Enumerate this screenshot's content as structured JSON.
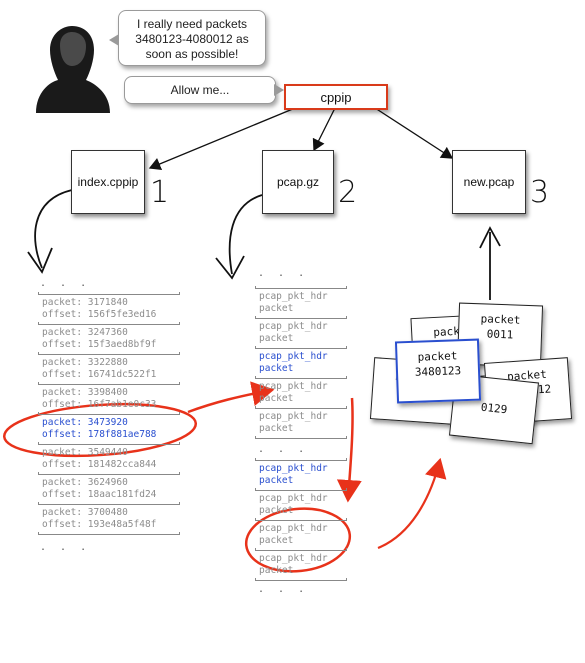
{
  "speech": {
    "request": [
      "I really need packets",
      "3480123-4080012 as",
      "soon as possible!"
    ],
    "reply": "Allow me..."
  },
  "tool": {
    "label": "cppip"
  },
  "files": [
    {
      "label": "index.cppip",
      "number": "1"
    },
    {
      "label": "pcap.gz",
      "number": "2"
    },
    {
      "label": "new.pcap",
      "number": "3"
    }
  ],
  "index_list": {
    "ellipsis_top": ". . .",
    "ellipsis_bottom": ". . .",
    "entries": [
      {
        "packet": "packet: 3171840",
        "offset": "offset: 156f5fe3ed16"
      },
      {
        "packet": "packet: 3247360",
        "offset": "offset: 15f3aed8bf9f"
      },
      {
        "packet": "packet: 3322880",
        "offset": "offset: 16741dc522f1"
      },
      {
        "packet": "packet: 3398400",
        "offset": "offset: 16f7ab1e0c33"
      },
      {
        "packet": "packet: 3473920",
        "offset": "offset: 178f881ae788",
        "highlight": true
      },
      {
        "packet": "packet: 3549440",
        "offset": "offset: 181482cca844"
      },
      {
        "packet": "packet: 3624960",
        "offset": "offset: 18aac181fd24"
      },
      {
        "packet": "packet: 3700480",
        "offset": "offset: 193e48a5f48f"
      }
    ]
  },
  "pcap_list": {
    "ellipsis_top": ". . .",
    "ellipsis_mid": ". . .",
    "ellipsis_bottom": ". . .",
    "entry_hdr": "pcap_pkt_hdr",
    "entry_pkt": "packet",
    "group1_count": 5,
    "group1_highlight_index": 2,
    "group2_count": 4,
    "group2_highlight_index": 0
  },
  "packet_cards": [
    {
      "line1": "packet",
      "line2": ""
    },
    {
      "line1": "packet",
      "line2": "3"
    },
    {
      "line1": "packet",
      "line2": "0011"
    },
    {
      "line1": "packet",
      "line2": "4080012"
    },
    {
      "line1": "",
      "line2": "0129"
    },
    {
      "line1": "packet",
      "line2": "3480123",
      "highlight": true
    }
  ],
  "colors": {
    "annotation": "#e8321a",
    "highlight": "#2a4fcf",
    "tool_border": "#d93a1a"
  }
}
